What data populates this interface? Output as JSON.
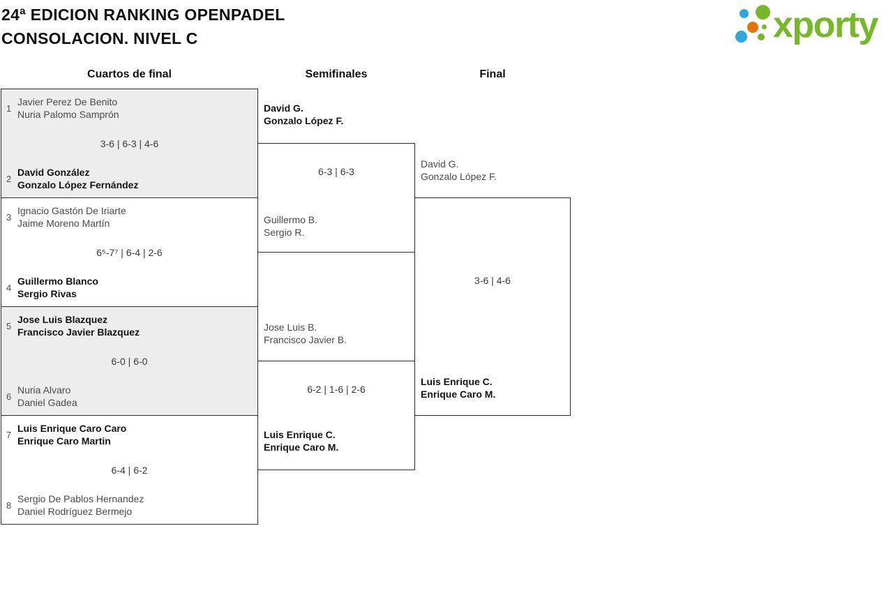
{
  "header": {
    "title_line1": "24ª EDICION RANKING OPENPADEL",
    "title_line2": "CONSOLACION. NIVEL C"
  },
  "logo": {
    "text": "xporty",
    "green": "#76b82a",
    "blue": "#2fa8e1",
    "orange": "#e8710a"
  },
  "round_headers": {
    "quarterfinals": "Cuartos de final",
    "semifinals": "Semifinales",
    "final": "Final"
  },
  "colors": {
    "shaded_box": "#ededed",
    "box_border": "#2b2b2b",
    "winner_text": "#131313",
    "loser_text": "#4a4a4a"
  },
  "quarterfinals": [
    {
      "top": {
        "seed": "1",
        "players": [
          "Javier Perez De Benito",
          "Nuria Palomo Samprón"
        ],
        "winner": false
      },
      "score": "3-6 | 6-3 | 4-6",
      "bottom": {
        "seed": "2",
        "players": [
          "David González",
          "Gonzalo López Fernández"
        ],
        "winner": true
      }
    },
    {
      "top": {
        "seed": "3",
        "players": [
          "Ignacio Gastón De Iriarte",
          "Jaime Moreno Martín"
        ],
        "winner": false
      },
      "score": "6⁵-7⁷ | 6-4 | 2-6",
      "bottom": {
        "seed": "4",
        "players": [
          "Guillermo Blanco",
          "Sergio Rivas"
        ],
        "winner": true
      }
    },
    {
      "top": {
        "seed": "5",
        "players": [
          "Jose Luis Blazquez",
          "Francisco Javier Blazquez"
        ],
        "winner": true
      },
      "score": "6-0 | 6-0",
      "bottom": {
        "seed": "6",
        "players": [
          "Nuria Alvaro",
          "Daniel Gadea"
        ],
        "winner": false
      }
    },
    {
      "top": {
        "seed": "7",
        "players": [
          "Luis Enrique Caro Caro",
          "Enrique Caro Martin"
        ],
        "winner": true
      },
      "score": "6-4 | 6-2",
      "bottom": {
        "seed": "8",
        "players": [
          "Sergio De Pablos Hernandez",
          "Daniel Rodríguez Bermejo"
        ],
        "winner": false
      }
    }
  ],
  "semifinals": [
    {
      "top": {
        "players": [
          "David G.",
          "Gonzalo López F."
        ],
        "winner": true
      },
      "score": "6-3 | 6-3",
      "bottom": {
        "players": [
          "Guillermo B.",
          "Sergio R."
        ],
        "winner": false
      }
    },
    {
      "top": {
        "players": [
          "Jose Luis B.",
          "Francisco Javier B."
        ],
        "winner": false
      },
      "score": "6-2 | 1-6 | 2-6",
      "bottom": {
        "players": [
          "Luis Enrique C.",
          "Enrique Caro M."
        ],
        "winner": true
      }
    }
  ],
  "final": {
    "top": {
      "players": [
        "David G.",
        "Gonzalo López F."
      ],
      "winner": false
    },
    "score": "3-6 | 4-6",
    "bottom": {
      "players": [
        "Luis Enrique C.",
        "Enrique Caro M."
      ],
      "winner": true
    }
  }
}
